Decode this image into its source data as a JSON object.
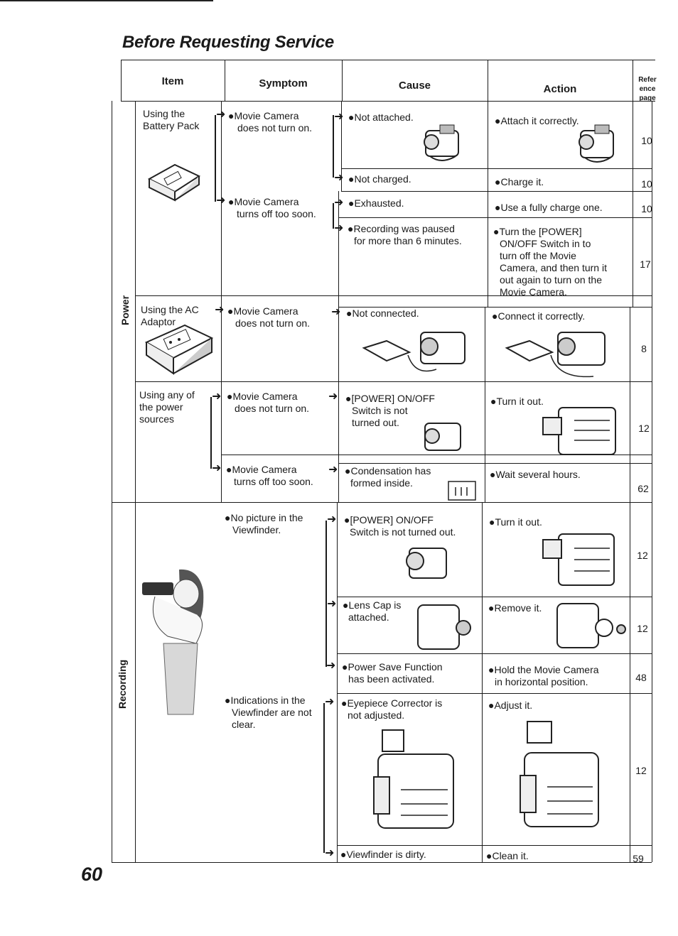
{
  "title": "Before Requesting Service",
  "page_number": "60",
  "headers": {
    "item": "Item",
    "symptom": "Symptom",
    "cause": "Cause",
    "action": "Action",
    "ref": [
      "Refer",
      "ence",
      "page"
    ]
  },
  "categories": {
    "power": "Power",
    "recording": "Recording"
  },
  "items": {
    "battery": [
      "Using the",
      "Battery Pack"
    ],
    "ac": [
      "Using the AC",
      "Adaptor"
    ],
    "any": [
      "Using any of",
      "the power",
      "sources"
    ]
  },
  "symptoms": {
    "s1": [
      "●Movie Camera",
      "does not turn on."
    ],
    "s2": [
      "●Movie Camera",
      "turns off too soon."
    ],
    "s3": [
      "●Movie Camera",
      "does not turn on."
    ],
    "s4": [
      "●Movie Camera",
      "does not turn on."
    ],
    "s5": [
      "●Movie Camera",
      "turns off too soon."
    ],
    "s6": [
      "●No picture in the",
      "Viewfinder."
    ],
    "s7": [
      "●Indications in the",
      "Viewfinder are not",
      "clear."
    ]
  },
  "causes": {
    "c1": [
      "●Not attached."
    ],
    "c2": [
      "●Not charged."
    ],
    "c3": [
      "●Exhausted."
    ],
    "c4": [
      "●Recording was paused",
      "for more than 6 minutes."
    ],
    "c5": [
      "●Not connected."
    ],
    "c6": [
      "●[POWER] ON/OFF",
      "Switch is not",
      "turned out."
    ],
    "c7": [
      "●Condensation has",
      "formed inside."
    ],
    "c8": [
      "●[POWER] ON/OFF",
      "Switch is not turned out."
    ],
    "c9": [
      "●Lens Cap is",
      "attached."
    ],
    "c10": [
      "●Power Save Function",
      "has been activated."
    ],
    "c11": [
      "●Eyepiece Corrector is",
      "not adjusted."
    ],
    "c12": [
      "●Viewfinder is dirty."
    ]
  },
  "actions": {
    "a1": [
      "●Attach it correctly."
    ],
    "a2": [
      "●Charge it."
    ],
    "a3": [
      "●Use a fully charge one."
    ],
    "a4": [
      "●Turn the [POWER]",
      "ON/OFF Switch in to",
      "turn off the Movie",
      "Camera, and then turn it",
      "out again to turn on the",
      "Movie Camera."
    ],
    "a5": [
      "●Connect it correctly."
    ],
    "a6": [
      "●Turn it out."
    ],
    "a7": [
      "●Wait several hours."
    ],
    "a8": [
      "●Turn it out."
    ],
    "a9": [
      "●Remove it."
    ],
    "a10": [
      "●Hold the Movie Camera",
      "in horizontal position."
    ],
    "a11": [
      "●Adjust it."
    ],
    "a12": [
      "●Clean it."
    ]
  },
  "refs": {
    "r1": "10",
    "r2": "10",
    "r3": "10",
    "r4": "17",
    "r5": "8",
    "r6": "12",
    "r7": "62",
    "r8": "12",
    "r9": "12",
    "r10": "48",
    "r11": "12",
    "r12": "59"
  },
  "icons": {
    "arrow": "➜",
    "camera": "camcorder-icon",
    "battery": "battery-pack-icon",
    "adaptor": "ac-adaptor-icon",
    "user": "person-filming-icon"
  }
}
